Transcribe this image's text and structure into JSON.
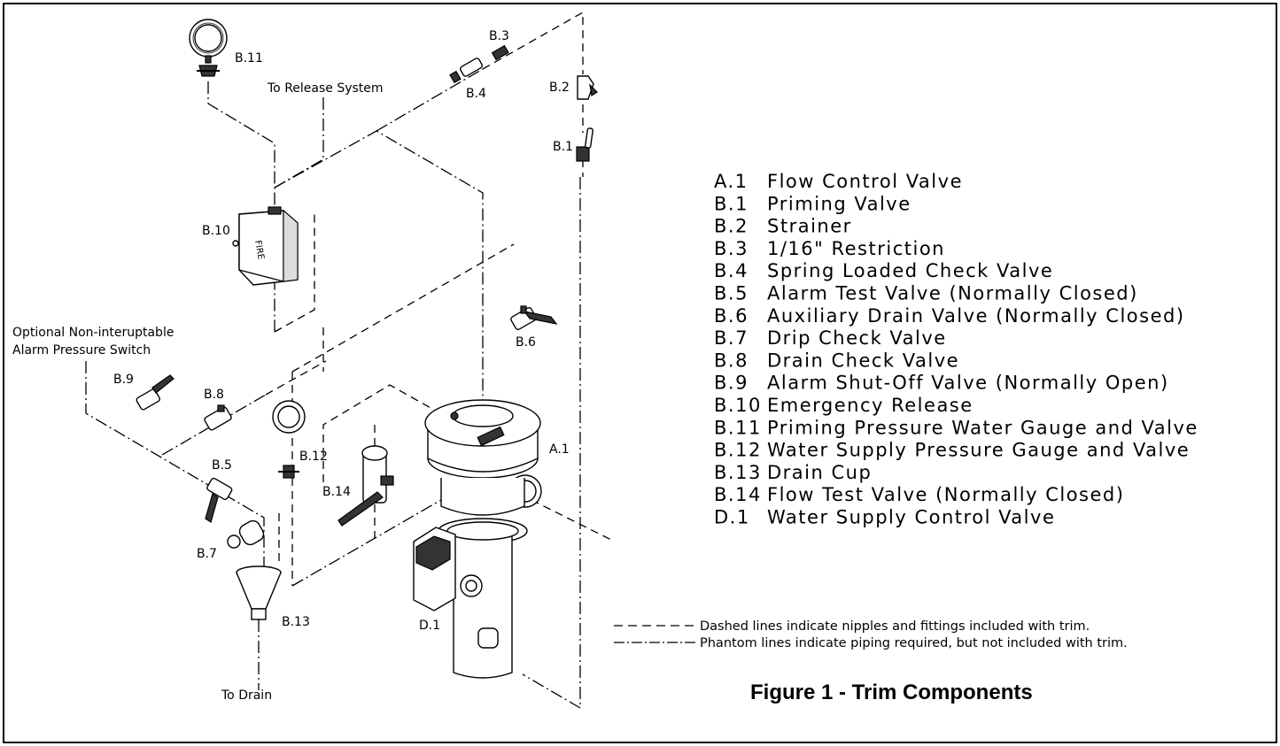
{
  "figure_title": "Figure 1 - Trim Components",
  "callouts": {
    "b11": "B.11",
    "b3": "B.3",
    "b4": "B.4",
    "b2": "B.2",
    "b1": "B.1",
    "b10": "B.10",
    "b6": "B.6",
    "b9": "B.9",
    "b8": "B.8",
    "b12": "B.12",
    "b5": "B.5",
    "b14": "B.14",
    "a1": "A.1",
    "b7": "B.7",
    "d1": "D.1",
    "b13": "B.13"
  },
  "annotations": {
    "to_release": "To Release System",
    "optional_line1": "Optional Non-interuptable",
    "optional_line2": "Alarm Pressure Switch",
    "to_drain": "To Drain",
    "fire": "FIRE"
  },
  "legend": [
    {
      "code": "A.1",
      "desc": "Flow Control Valve"
    },
    {
      "code": "B.1",
      "desc": "Priming Valve"
    },
    {
      "code": "B.2",
      "desc": "Strainer"
    },
    {
      "code": "B.3",
      "desc": "1/16\" Restriction"
    },
    {
      "code": "B.4",
      "desc": "Spring Loaded Check Valve"
    },
    {
      "code": "B.5",
      "desc": "Alarm Test Valve (Normally Closed)"
    },
    {
      "code": "B.6",
      "desc": "Auxiliary Drain Valve (Normally Closed)"
    },
    {
      "code": "B.7",
      "desc": "Drip Check Valve"
    },
    {
      "code": "B.8",
      "desc": "Drain Check Valve"
    },
    {
      "code": "B.9",
      "desc": "Alarm Shut-Off Valve (Normally Open)"
    },
    {
      "code": "B.10",
      "desc": "Emergency Release"
    },
    {
      "code": "B.11",
      "desc": "Priming Pressure Water Gauge and Valve"
    },
    {
      "code": "B.12",
      "desc": "Water Supply Pressure Gauge and Valve"
    },
    {
      "code": "B.13",
      "desc": "Drain Cup"
    },
    {
      "code": "B.14",
      "desc": "Flow Test Valve (Normally Closed)"
    },
    {
      "code": "D.1",
      "desc": "Water Supply Control Valve"
    }
  ],
  "line_notes": {
    "dashed": "Dashed lines indicate nipples and fittings included with trim.",
    "phantom": "Phantom lines indicate piping required, but not included with trim."
  }
}
